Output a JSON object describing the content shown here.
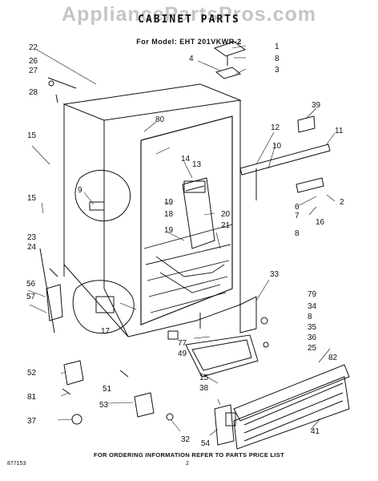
{
  "watermark": "AppliancePartsPros.com",
  "title": "CABINET PARTS",
  "model_line": "For Model: EHT 201VKWR-2",
  "footer_note": "FOR ORDERING INFORMATION REFER TO PARTS PRICE LIST",
  "figure_code": "877153",
  "page_number": "2",
  "callouts": [
    "22",
    "26",
    "27",
    "28",
    "1",
    "8",
    "3",
    "4",
    "80",
    "39",
    "15",
    "12",
    "11",
    "10",
    "14",
    "13",
    "9",
    "19",
    "18",
    "20",
    "21",
    "15",
    "23",
    "24",
    "6",
    "2",
    "7",
    "16",
    "8",
    "56",
    "57",
    "17",
    "33",
    "79",
    "34",
    "8",
    "35",
    "36",
    "25",
    "82",
    "77",
    "49",
    "15",
    "38",
    "52",
    "81",
    "51",
    "53",
    "37",
    "32",
    "54",
    "41",
    "19"
  ]
}
